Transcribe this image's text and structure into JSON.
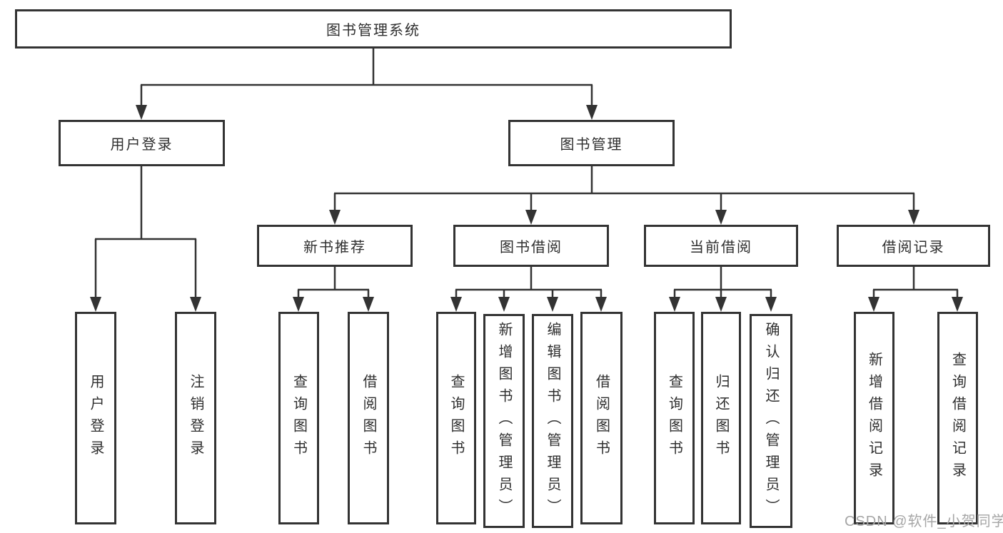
{
  "colors": {
    "line": "#333333",
    "text": "#2f2f2f",
    "background": "#ffffff",
    "watermark": "#a6a6a6"
  },
  "watermark": {
    "text": "CSDN @软件_小贺同学"
  },
  "diagram": {
    "type": "hierarchy-tree",
    "root": {
      "label": "图书管理系统"
    },
    "branches": [
      {
        "label": "用户登录",
        "children": [
          {
            "label": "用户登录"
          },
          {
            "label": "注销登录"
          }
        ]
      },
      {
        "label": "图书管理",
        "children": [
          {
            "label": "新书推荐",
            "children": [
              {
                "label": "查询图书"
              },
              {
                "label": "借阅图书"
              }
            ]
          },
          {
            "label": "图书借阅",
            "children": [
              {
                "label": "查询图书"
              },
              {
                "label": "新增图书（管理员）"
              },
              {
                "label": "编辑图书（管理员）"
              },
              {
                "label": "借阅图书"
              }
            ]
          },
          {
            "label": "当前借阅",
            "children": [
              {
                "label": "查询图书"
              },
              {
                "label": "归还图书"
              },
              {
                "label": "确认归还（管理员）"
              }
            ]
          },
          {
            "label": "借阅记录",
            "children": [
              {
                "label": "新增借阅记录"
              },
              {
                "label": "查询借阅记录"
              }
            ]
          }
        ]
      }
    ]
  }
}
